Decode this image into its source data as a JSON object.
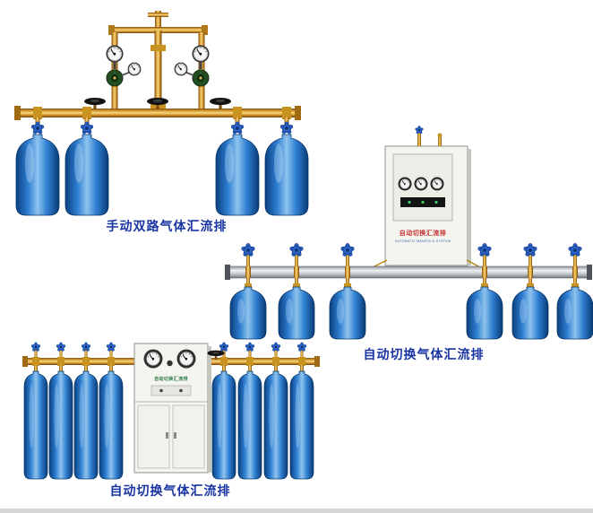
{
  "page": {
    "background": "#ffffff"
  },
  "products": [
    {
      "id": "manual-dual-manifold",
      "caption": "手动双路气体汇流排",
      "cylinder_count": 4
    },
    {
      "id": "auto-switch-manifold-6",
      "caption": "自动切换气体汇流排",
      "cylinder_count": 6,
      "cabinet": {
        "title": "自动切换汇流排",
        "subtitle": "AUTOMATIC MANIFOLD SYSTEM"
      }
    },
    {
      "id": "auto-switch-manifold-8",
      "caption": "自动切换气体汇流排",
      "cylinder_count": 8,
      "cabinet": {
        "label": "自动切换汇流排"
      }
    }
  ],
  "colors": {
    "caption_blue": "#1a35a3",
    "cylinder_blue": "#2e7fd2",
    "brass": "#d79a33",
    "rail_silver": "#c3c8cd",
    "cabinet_body": "#f5f5f0",
    "cabinet_title_red": "#c23030"
  }
}
